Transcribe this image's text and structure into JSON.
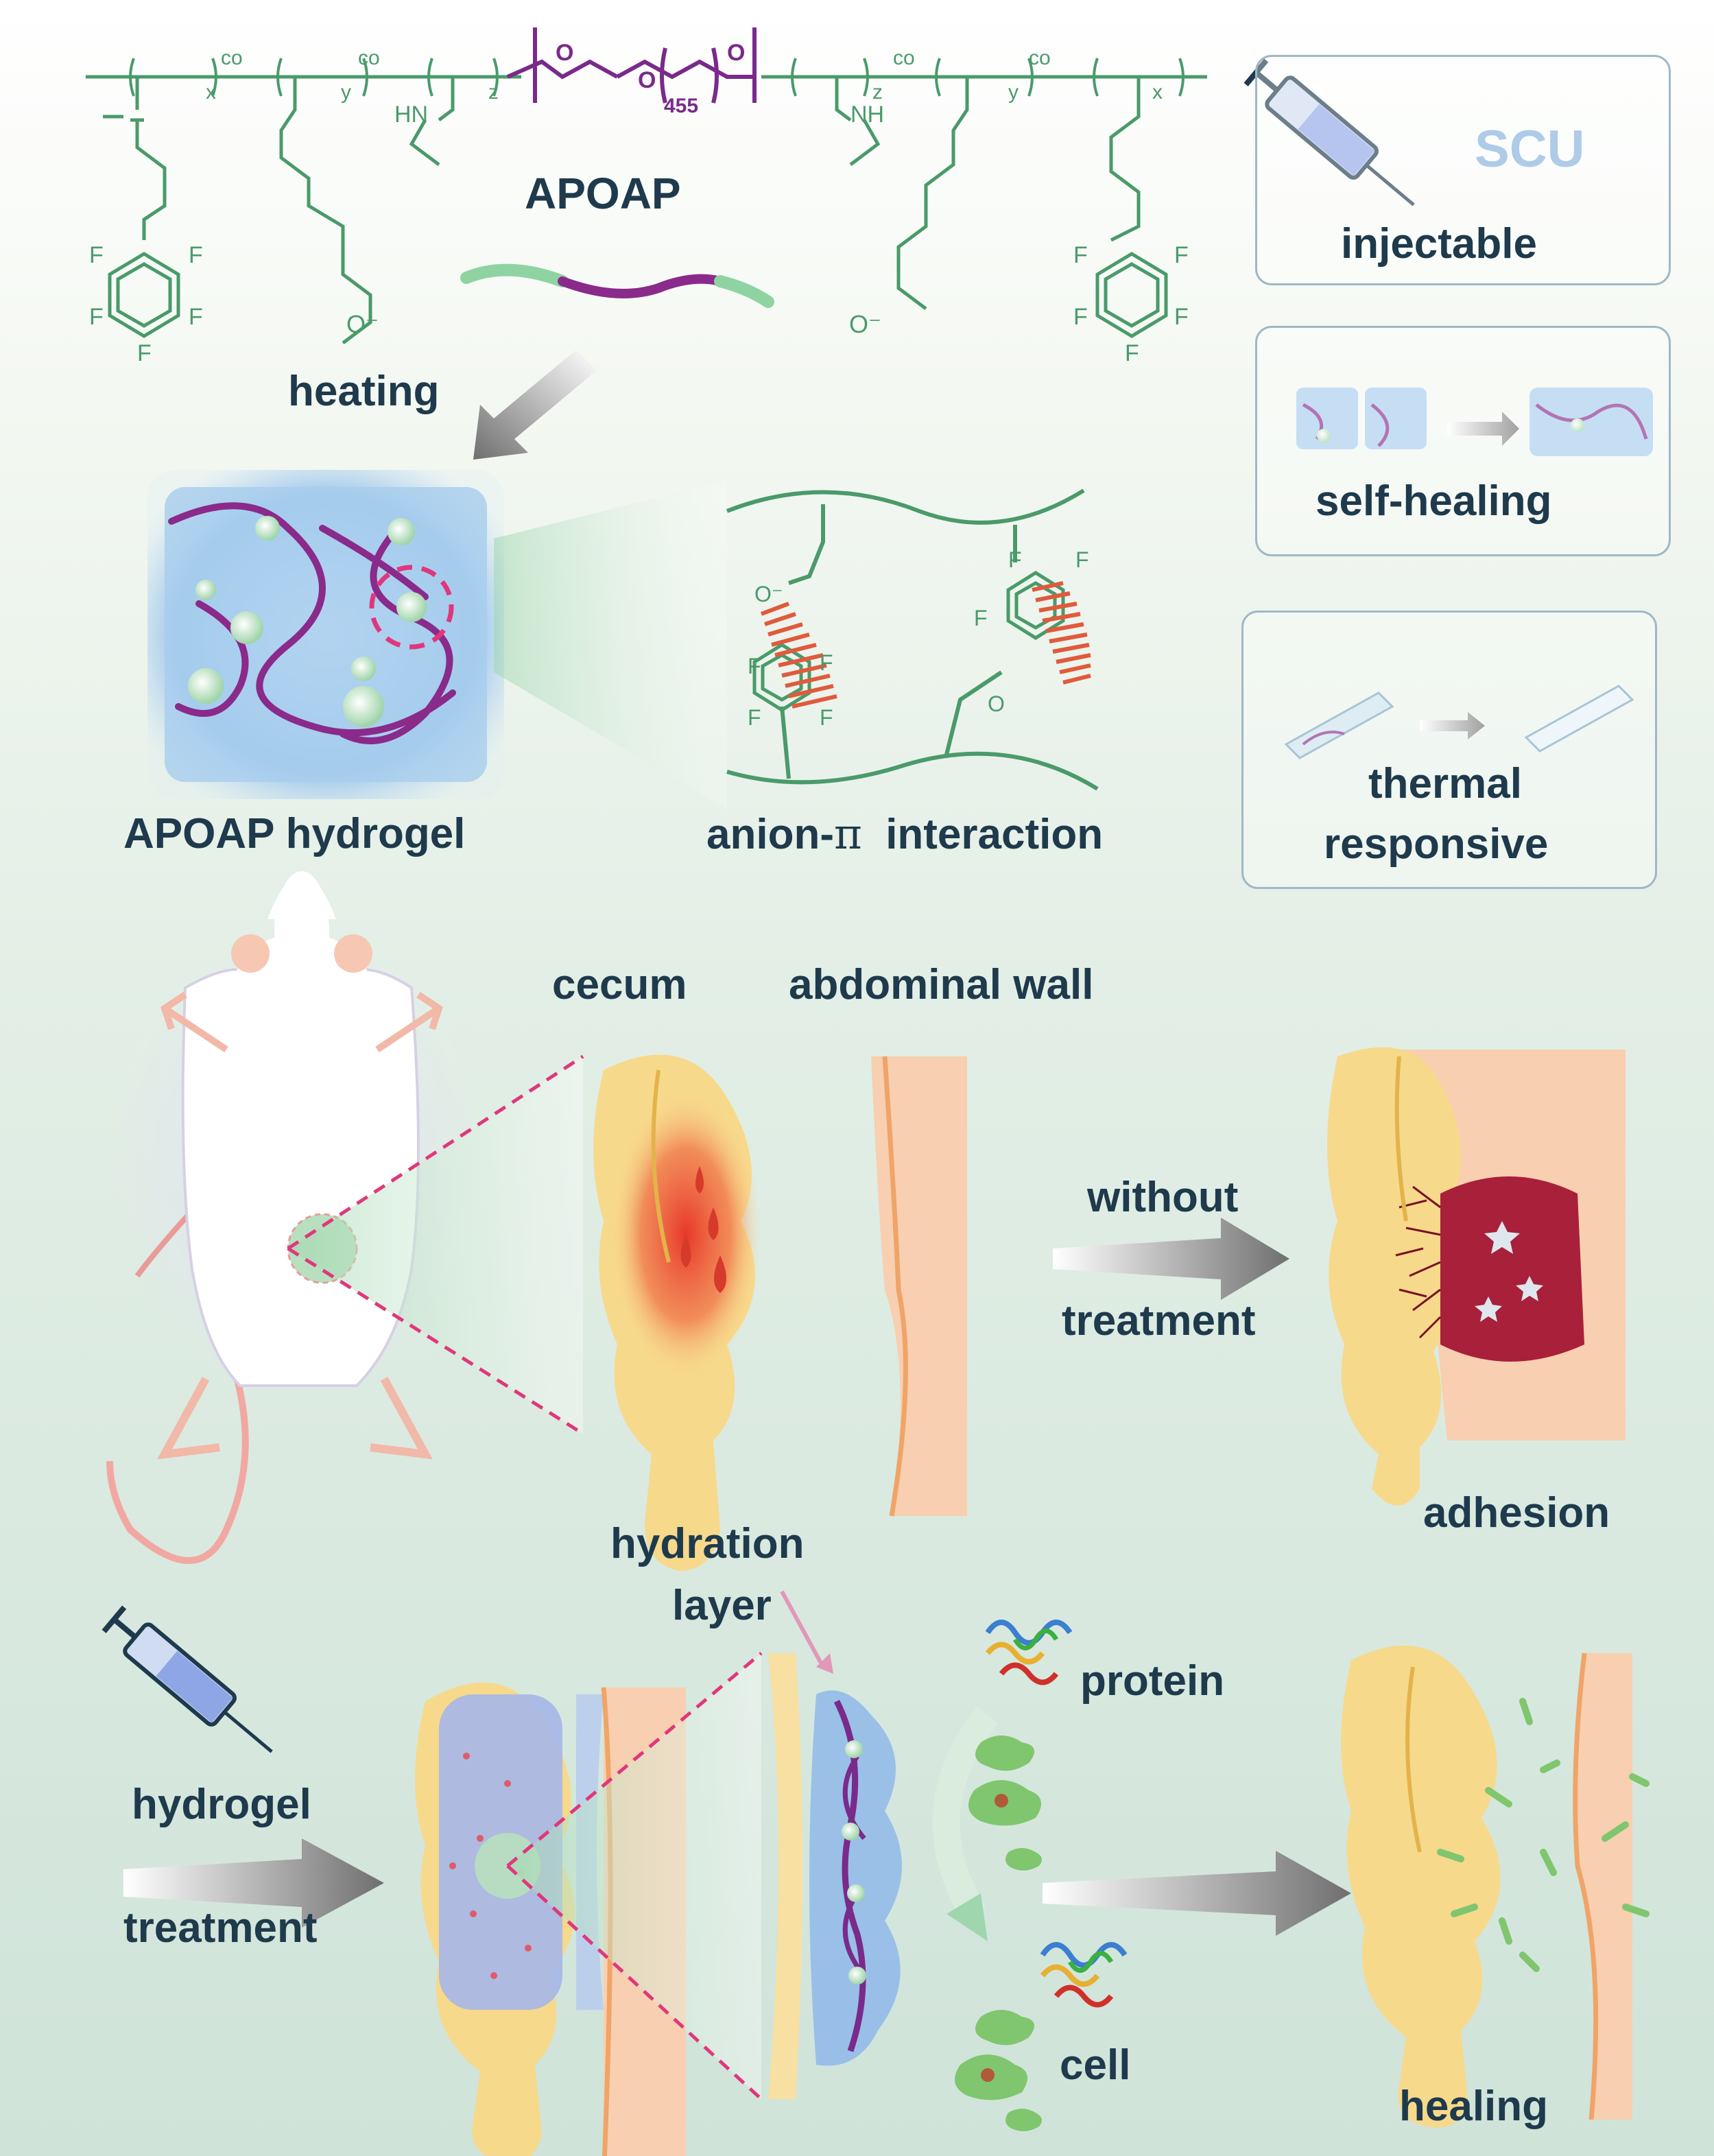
{
  "polymer": {
    "name": "APOAP",
    "repeat_x": "x",
    "repeat_y": "y",
    "repeat_z": "z",
    "co": "co",
    "peg_n": "455",
    "atom_O": "O",
    "atom_F": "F",
    "atom_HN": "HN",
    "atom_NH": "NH",
    "carboxylate": "O⁻"
  },
  "labels": {
    "heating": "heating",
    "hydrogel": "APOAP hydrogel",
    "interaction_prefix": "anion-",
    "interaction_pi": "π",
    "interaction_suffix": "interaction",
    "cecum": "cecum",
    "abdominal_wall": "abdominal wall",
    "without": "without",
    "treatment": "treatment",
    "adhesion": "adhesion",
    "hydration_1": "hydration",
    "hydration_2": "layer",
    "protein": "protein",
    "cell": "cell",
    "hydrogel_tx": "hydrogel",
    "treatment2": "treatment",
    "healing": "healing"
  },
  "properties": {
    "injectable": "injectable",
    "scu": "SCU",
    "self_healing": "self-healing",
    "thermal_1": "thermal",
    "thermal_2": "responsive"
  },
  "colors": {
    "polymer_green": "#4a9a6a",
    "peg_purple": "#8a2a8a",
    "label_text": "#1e3a4c",
    "cecum_yellow": "#f7d98c",
    "wall_peach": "#f8cfb0",
    "blood_red": "#d63a2a",
    "gel_blue": "#9cc6ea"
  }
}
